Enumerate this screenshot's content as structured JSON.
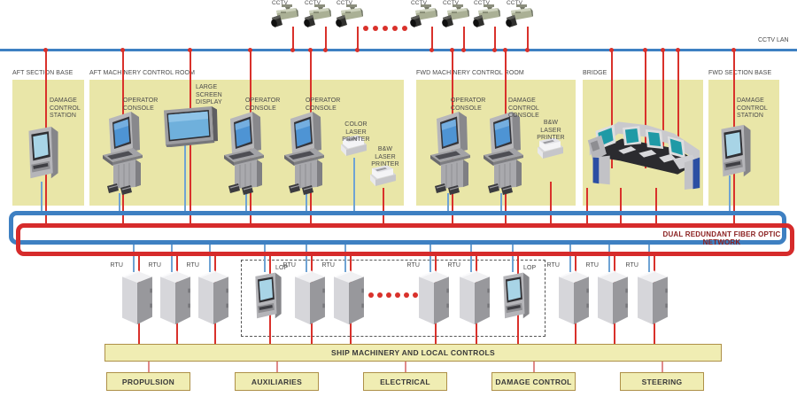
{
  "diagram": {
    "cctv_lan_label": "CCTV LAN",
    "network_label": "DUAL REDUNDANT FIBER OPTIC NETWORK",
    "cameras": [
      "CCTV",
      "CCTV",
      "CCTV",
      "CCTV",
      "CCTV",
      "CCTV",
      "CCTV"
    ],
    "sections": [
      {
        "label": "AFT SECTION BASE",
        "equipment": [
          {
            "kind": "damage-control-station",
            "label": "DAMAGE\nCONTROL\nSTATION"
          }
        ]
      },
      {
        "label": "AFT MACHINERY CONTROL ROOM",
        "equipment": [
          {
            "kind": "operator-console",
            "label": "OPERATOR\nCONSOLE"
          },
          {
            "kind": "large-screen-display",
            "label": "LARGE SCREEN\nDISPLAY"
          },
          {
            "kind": "operator-console",
            "label": "OPERATOR\nCONSOLE"
          },
          {
            "kind": "operator-console",
            "label": "OPERATOR\nCONSOLE"
          },
          {
            "kind": "laser-printer",
            "label": "COLOR\nLASER PRINTER"
          },
          {
            "kind": "laser-printer",
            "label": "B&W\nLASER PRINTER"
          }
        ]
      },
      {
        "label": "FWD MACHINERY CONTROL ROOM",
        "equipment": [
          {
            "kind": "operator-console",
            "label": "OPERATOR\nCONSOLE"
          },
          {
            "kind": "operator-console",
            "label": "DAMAGE CONTROL\nCONSOLE"
          },
          {
            "kind": "laser-printer",
            "label": "B&W\nLASER PRINTER"
          }
        ]
      },
      {
        "label": "BRIDGE",
        "equipment": [
          {
            "kind": "bridge-console",
            "label": ""
          }
        ]
      },
      {
        "label": "FWD SECTION BASE",
        "equipment": [
          {
            "kind": "damage-control-station",
            "label": "DAMAGE\nCONTROL\nSTATION"
          }
        ]
      }
    ],
    "rtu_row": [
      {
        "kind": "rtu",
        "label": "RTU"
      },
      {
        "kind": "rtu",
        "label": "RTU"
      },
      {
        "kind": "rtu",
        "label": "RTU"
      },
      {
        "kind": "lop",
        "label": "LOP"
      },
      {
        "kind": "rtu",
        "label": "RTU"
      },
      {
        "kind": "rtu",
        "label": "RTU"
      },
      {
        "kind": "rtu",
        "label": "RTU"
      },
      {
        "kind": "rtu",
        "label": "RTU"
      },
      {
        "kind": "lop",
        "label": "LOP"
      },
      {
        "kind": "rtu",
        "label": "RTU"
      },
      {
        "kind": "rtu",
        "label": "RTU"
      },
      {
        "kind": "rtu",
        "label": "RTU"
      }
    ],
    "bottom": {
      "bar_label": "SHIP MACHINERY AND LOCAL CONTROLS",
      "categories": [
        "PROPULSION",
        "AUXILIARIES",
        "ELECTRICAL",
        "DAMAGE CONTROL",
        "STEERING"
      ]
    },
    "colors": {
      "lan_blue": "#3E80C2",
      "ring_blue": "#3E80C2",
      "ring_red": "#D62B2B",
      "line_red": "#D9312B",
      "line_blue": "#6FA3D4",
      "line_pink": "#E08A8A",
      "box_fill": "#E9E6A8",
      "bar_fill": "#F0EDB3",
      "bar_border": "#AE9048",
      "label_color": "#4a4a4a",
      "network_label_color": "#8B2121"
    }
  }
}
